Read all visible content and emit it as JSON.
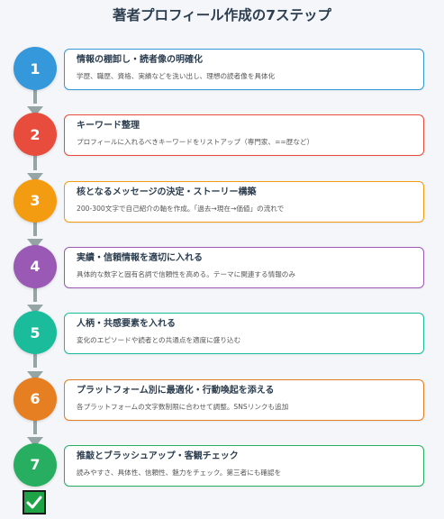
{
  "title": "著者プロフィール作成の7ステップ",
  "steps": [
    {
      "number": "1",
      "title": "情報の棚卸し・読者像の明確化",
      "desc": "学歴、職歴、資格、実績などを洗い出し、理想の読者像を具体化",
      "color": "#3498db"
    },
    {
      "number": "2",
      "title": "キーワード整理",
      "desc": "プロフィールに入れるべきキーワードをリストアップ（専門家、==歴など）",
      "color": "#e74c3c"
    },
    {
      "number": "3",
      "title": "核となるメッセージの決定・ストーリー構築",
      "desc": "200-300文字で自己紹介の軸を作成。「過去→現在→価値」の流れで",
      "color": "#f39c12"
    },
    {
      "number": "4",
      "title": "実績・信頼情報を適切に入れる",
      "desc": "具体的な数字と固有名詞で信頼性を高める。テーマに関連する情報のみ",
      "color": "#9b59b6"
    },
    {
      "number": "5",
      "title": "人柄・共感要素を入れる",
      "desc": "変化のエピソードや読者との共通点を適度に盛り込む",
      "color": "#1abc9c"
    },
    {
      "number": "6",
      "title": "プラットフォーム別に最適化・行動喚起を添える",
      "desc": "各プラットフォームの文字数制限に合わせて調整。SNSリンクも追加",
      "color": "#e67e22"
    },
    {
      "number": "7",
      "title": "推敲とブラッシュアップ・客観チェック",
      "desc": "読みやすさ、具体性、信頼性、魅力をチェック。第三者にも確認を",
      "color": "#27ae60"
    }
  ]
}
